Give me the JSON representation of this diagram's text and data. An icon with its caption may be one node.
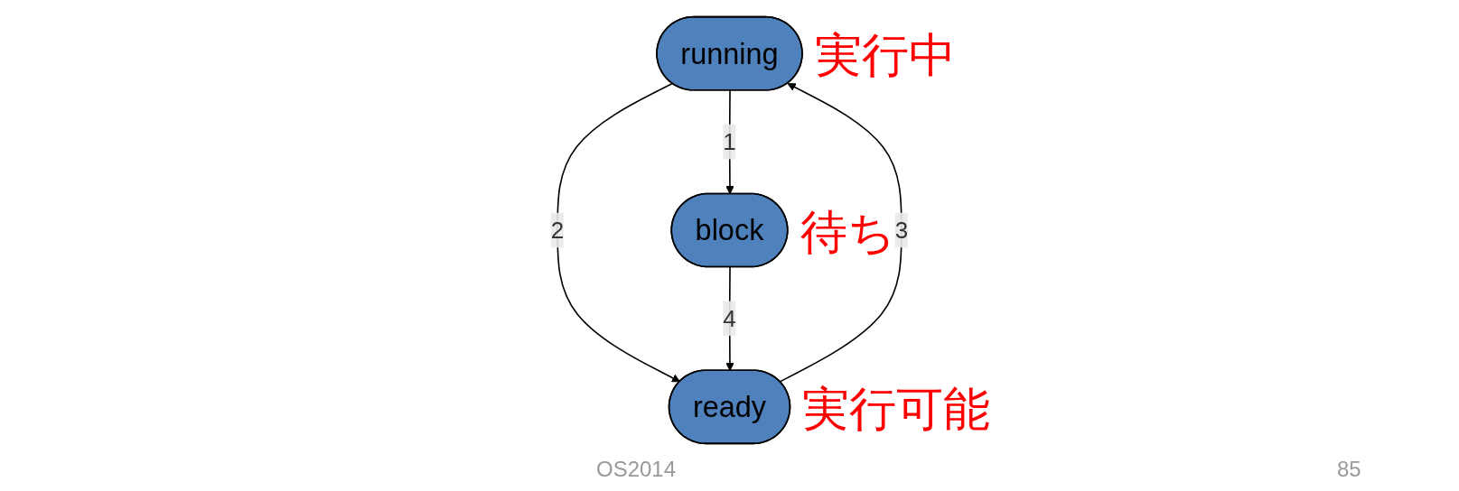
{
  "diagram": {
    "nodes": [
      {
        "text": [
          "running"
        ],
        "beside": [
          "実行中"
        ]
      },
      {
        "text": [
          "block"
        ],
        "beside": [
          "待ち"
        ]
      },
      {
        "text": [
          "ready"
        ],
        "beside": [
          "実行可能"
        ]
      }
    ],
    "edges": [
      {
        "from": 0,
        "to": 1,
        "arrow": "to",
        "label": "1"
      },
      {
        "from": 0,
        "to": 2,
        "arrow": "to",
        "label": "2"
      },
      {
        "from": 2,
        "to": 0,
        "arrow": "to",
        "label": "3"
      },
      {
        "from": 1,
        "to": 2,
        "arrow": "to",
        "label": "4"
      }
    ],
    "labels": [
      "OS2014",
      "85"
    ]
  }
}
